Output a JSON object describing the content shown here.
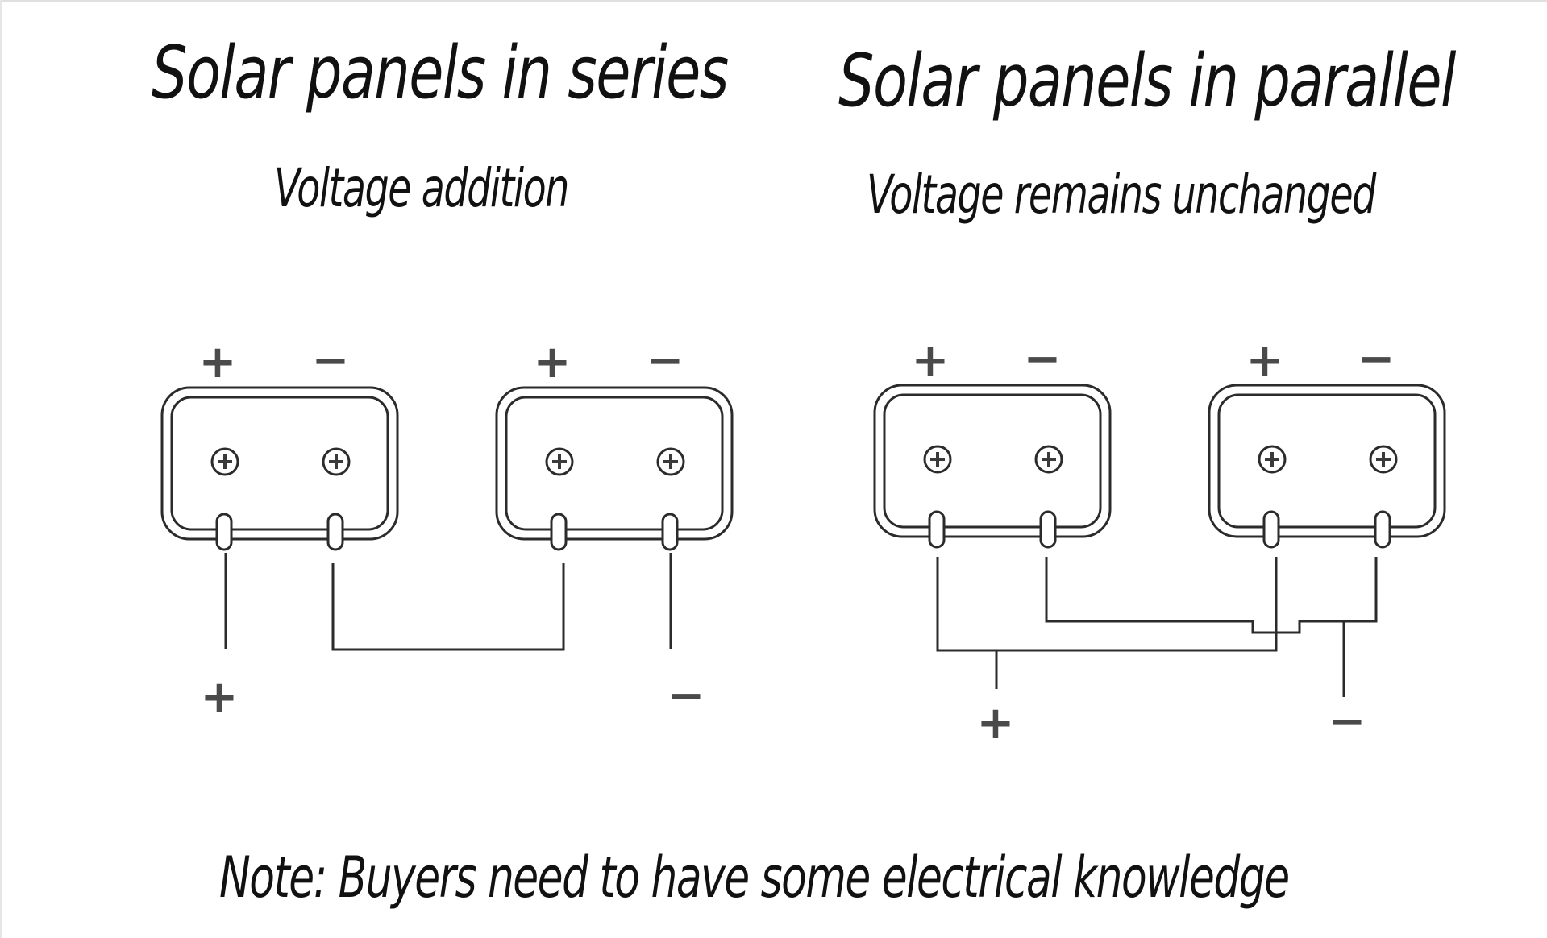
{
  "series": {
    "title": "Solar panels in series",
    "subtitle": "Voltage addition",
    "panels": [
      {
        "terminals": [
          "+",
          "−"
        ]
      },
      {
        "terminals": [
          "+",
          "−"
        ]
      }
    ],
    "output_labels": {
      "positive": "+",
      "negative": "−"
    }
  },
  "parallel": {
    "title": "Solar panels in parallel",
    "subtitle": "Voltage remains unchanged",
    "panels": [
      {
        "terminals": [
          "+",
          "−"
        ]
      },
      {
        "terminals": [
          "+",
          "−"
        ]
      }
    ],
    "output_labels": {
      "positive": "+",
      "negative": "−"
    }
  },
  "note": "Note: Buyers need to have some electrical knowledge",
  "colors": {
    "line": "#2b2b2b",
    "symbol": "#4a4a4a",
    "text": "#111111"
  }
}
